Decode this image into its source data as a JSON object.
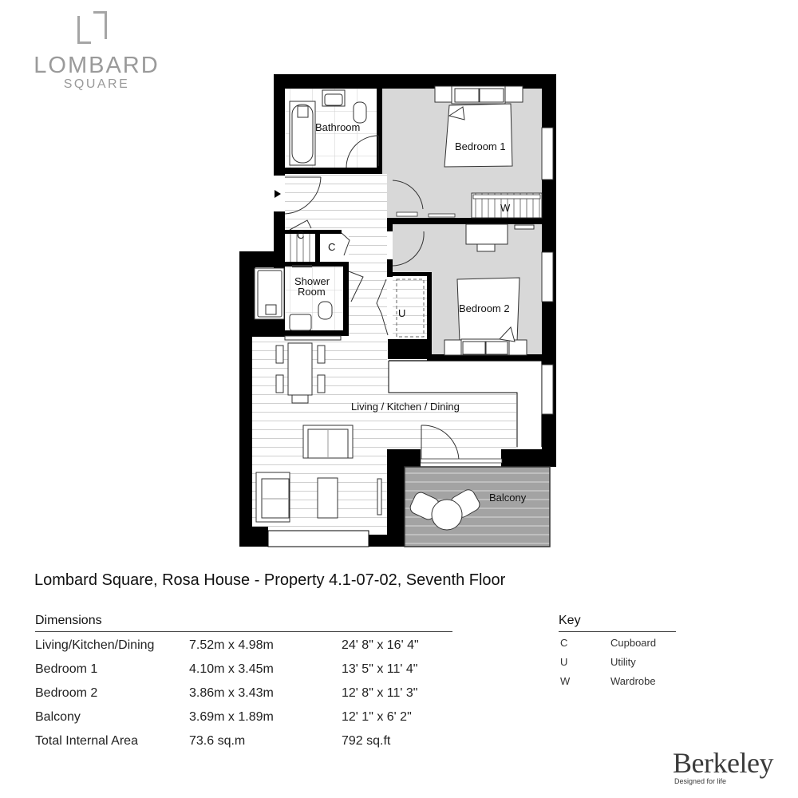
{
  "logo": {
    "name": "LOMBARD",
    "sub": "SQUARE"
  },
  "floorplan": {
    "rooms": {
      "bathroom": "Bathroom",
      "bedroom1": "Bedroom 1",
      "bedroom2": "Bedroom 2",
      "shower_line1": "Shower",
      "shower_line2": "Room",
      "living": "Living / Kitchen / Dining",
      "balcony": "Balcony",
      "cupboard1": "C",
      "cupboard2": "C",
      "utility": "U",
      "wardrobe": "W"
    },
    "colors": {
      "wall": "#000000",
      "bedroom_floor": "#d9d9d9",
      "balcony_floor": "#9e9e9e",
      "floor_lines": "#c8c8c8"
    }
  },
  "title": "Lombard Square, Rosa House - Property 4.1-07-02, Seventh Floor",
  "dimensions": {
    "heading": "Dimensions",
    "rows": [
      {
        "room": "Living/Kitchen/Dining",
        "metric": "7.52m x 4.98m",
        "imperial": "24' 8\" x 16' 4\""
      },
      {
        "room": "Bedroom 1",
        "metric": "4.10m x 3.45m",
        "imperial": "13' 5\" x 11' 4\""
      },
      {
        "room": "Bedroom 2",
        "metric": "3.86m x 3.43m",
        "imperial": "12' 8\" x 11' 3\""
      },
      {
        "room": "Balcony",
        "metric": "3.69m x 1.89m",
        "imperial": "12' 1\" x 6' 2\""
      },
      {
        "room": "Total Internal Area",
        "metric": "73.6 sq.m",
        "imperial": "792 sq.ft"
      }
    ]
  },
  "key": {
    "heading": "Key",
    "items": [
      {
        "code": "C",
        "label": "Cupboard"
      },
      {
        "code": "U",
        "label": "Utility"
      },
      {
        "code": "W",
        "label": "Wardrobe"
      }
    ]
  },
  "brand": {
    "name": "Berkeley",
    "tagline": "Designed for life"
  }
}
